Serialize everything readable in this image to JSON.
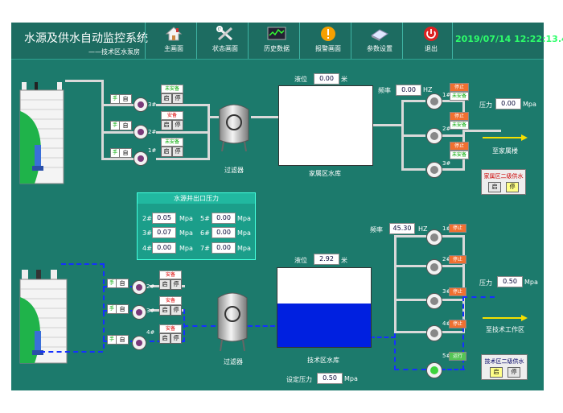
{
  "header": {
    "title": "水源及供水自动监控系统",
    "subtitle": "——技术区水泵房",
    "datetime": "2019/07/14 12:22:13.4",
    "nav": [
      {
        "label": "主画面",
        "icon": "home-icon"
      },
      {
        "label": "状态画面",
        "icon": "tools-icon"
      },
      {
        "label": "历史数据",
        "icon": "monitor-icon"
      },
      {
        "label": "报警画面",
        "icon": "alarm-icon"
      },
      {
        "label": "参数设置",
        "icon": "settings-icon"
      },
      {
        "label": "退出",
        "icon": "power-icon"
      }
    ]
  },
  "top": {
    "wells": [
      {
        "hand": "手",
        "auto": "自",
        "num": "3#",
        "status": "未安备",
        "start": "启",
        "stop": "停"
      },
      {
        "hand": "手",
        "auto": "自",
        "num": "2#",
        "status": "安备",
        "start": "启",
        "stop": "停"
      },
      {
        "hand": "手",
        "auto": "自",
        "num": "1#",
        "status": "未安备",
        "start": "启",
        "stop": "停"
      }
    ],
    "filter_label": "过滤器",
    "tank_label": "家属区水库",
    "level_label": "液位",
    "level_value": "0.00",
    "level_unit": "米",
    "freq_label": "频率",
    "freq_value": "0.00",
    "freq_unit": "HZ",
    "pressure_label": "压力",
    "pressure_value": "0.00",
    "pressure_unit": "Mpa",
    "outlet_label": "至家属楼",
    "boosters": [
      {
        "num": "1#",
        "state": "停止",
        "mode": "未安备"
      },
      {
        "num": "2#",
        "state": "停止",
        "mode": "未安备"
      },
      {
        "num": "3#",
        "state": "停止",
        "mode": "未安备"
      }
    ],
    "control_title": "家属区二级供水",
    "control_start": "启",
    "control_stop": "停"
  },
  "pressure_table": {
    "title": "水源井出口压力",
    "rows": [
      {
        "a_label": "2#",
        "a_value": "0.05",
        "a_unit": "Mpa",
        "b_label": "5#",
        "b_value": "0.00",
        "b_unit": "Mpa"
      },
      {
        "a_label": "3#",
        "a_value": "0.07",
        "a_unit": "Mpa",
        "b_label": "6#",
        "b_value": "0.00",
        "b_unit": "Mpa"
      },
      {
        "a_label": "4#",
        "a_value": "0.00",
        "a_unit": "Mpa",
        "b_label": "7#",
        "b_value": "0.00",
        "b_unit": "Mpa"
      }
    ]
  },
  "bottom": {
    "wells": [
      {
        "hand": "手",
        "auto": "自",
        "num": "2#",
        "status": "安备",
        "start": "启",
        "stop": "停"
      },
      {
        "hand": "手",
        "auto": "自",
        "num": "3#",
        "status": "安备",
        "start": "启",
        "stop": "停"
      },
      {
        "hand": "手",
        "auto": "自",
        "num": "4#",
        "status": "安备",
        "start": "启",
        "stop": "停"
      }
    ],
    "filter_label": "过滤器",
    "tank_label": "技术区水库",
    "tank_level_fraction": 0.55,
    "level_label": "液位",
    "level_value": "2.92",
    "level_unit": "米",
    "freq_label": "频率",
    "freq_value": "45.30",
    "freq_unit": "HZ",
    "pressure_label": "压力",
    "pressure_value": "0.50",
    "pressure_unit": "Mpa",
    "set_pressure_label": "设定压力",
    "set_pressure_value": "0.50",
    "set_pressure_unit": "Mpa",
    "outlet_label": "至技术工作区",
    "boosters": [
      {
        "num": "1#",
        "state": "停止"
      },
      {
        "num": "2#",
        "state": "停止"
      },
      {
        "num": "3#",
        "state": "停止"
      },
      {
        "num": "4#",
        "state": "停止"
      },
      {
        "num": "5#",
        "state": "运行"
      }
    ],
    "control_title": "技术区二级供水",
    "control_start": "启",
    "control_stop": "停"
  },
  "colors": {
    "background": "#1c7a6c",
    "pipe_water": "#1530ff",
    "clock": "#2dff6a",
    "stop_tag": "#f07030",
    "water": "#0020e0"
  }
}
